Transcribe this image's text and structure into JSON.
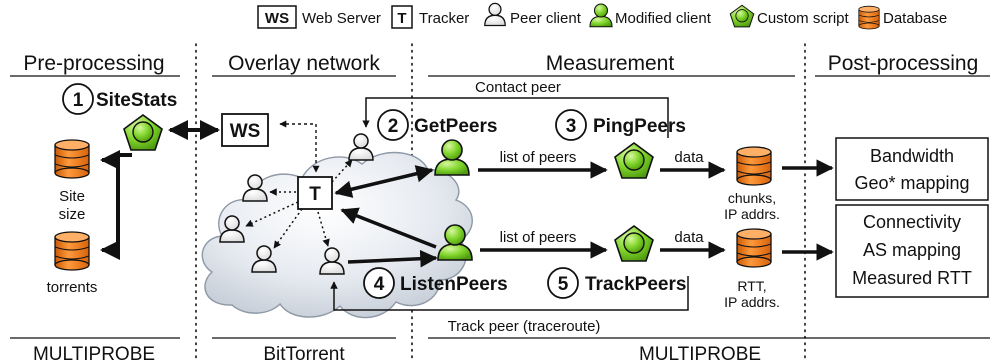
{
  "legend": {
    "ws_box": "WS",
    "web_server": "Web Server",
    "t_box": "T",
    "tracker": "Tracker",
    "peer_client": "Peer client",
    "modified_client": "Modified client",
    "custom_script": "Custom script",
    "database": "Database"
  },
  "sections": {
    "preprocessing": "Pre-processing",
    "overlay": "Overlay network",
    "measurement": "Measurement",
    "postprocessing": "Post-processing"
  },
  "footer": {
    "left": "MULTIPROBE",
    "middle": "BitTorrent",
    "right": "MULTIPROBE"
  },
  "steps": {
    "s1_num": "1",
    "s1_name": "SiteStats",
    "s2_num": "2",
    "s2_name": "GetPeers",
    "s3_num": "3",
    "s3_name": "PingPeers",
    "s4_num": "4",
    "s4_name": "ListenPeers",
    "s5_num": "5",
    "s5_name": "TrackPeers"
  },
  "labels": {
    "ws": "WS",
    "tracker": "T",
    "site_size_1": "Site",
    "site_size_2": "size",
    "torrents": "torrents",
    "contact_peer": "Contact peer",
    "list_of_peers_top": "list of peers",
    "list_of_peers_bottom": "list of peers",
    "data_top": "data",
    "data_bottom": "data",
    "chunks_1": "chunks,",
    "chunks_2": "IP addrs.",
    "rtt_1": "RTT,",
    "rtt_2": "IP addrs.",
    "track_peer": "Track peer (traceroute)"
  },
  "outputs": {
    "box1": [
      "Bandwidth",
      "Geo* mapping"
    ],
    "box2": [
      "Connectivity",
      "AS mapping",
      "Measured RTT"
    ]
  },
  "colors": {
    "green": "#7fd42a",
    "orange": "#f07a1a",
    "cloud": "#dde3ea"
  }
}
